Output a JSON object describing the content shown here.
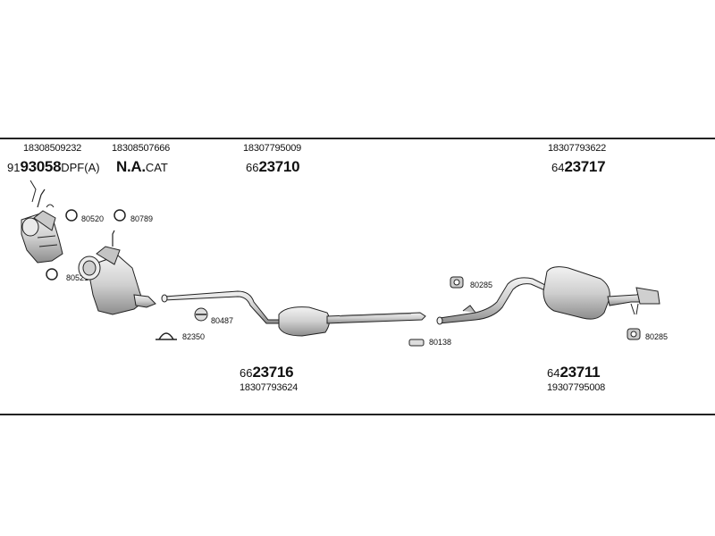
{
  "header": {
    "groups": [
      {
        "part_number": "18308509232",
        "code_prefix": "91",
        "code_main": "93058",
        "code_suffix": "DPF(A)"
      },
      {
        "part_number": "18308507666",
        "code_prefix": "",
        "code_main": "N.A.",
        "code_suffix": "CAT"
      },
      {
        "part_number": "18307795009",
        "code_prefix": "66",
        "code_main": "23710",
        "code_suffix": ""
      },
      {
        "part_number": "18307793622",
        "code_prefix": "64",
        "code_main": "23717",
        "code_suffix": ""
      }
    ]
  },
  "footer": {
    "groups": [
      {
        "code_prefix": "66",
        "code_main": "23716",
        "part_number": "18307793624"
      },
      {
        "code_prefix": "64",
        "code_main": "23711",
        "part_number": "19307795008"
      }
    ]
  },
  "accessories": {
    "a_80520": "80520",
    "a_80789": "80789",
    "a_80521": "80521",
    "a_80487": "80487",
    "a_82350": "82350",
    "a_80285_top": "80285",
    "a_80138": "80138",
    "a_80285_right": "80285"
  },
  "colors": {
    "line": "#222222",
    "part_fill": "#d9d9d9",
    "part_shade": "#9a9a9a"
  }
}
